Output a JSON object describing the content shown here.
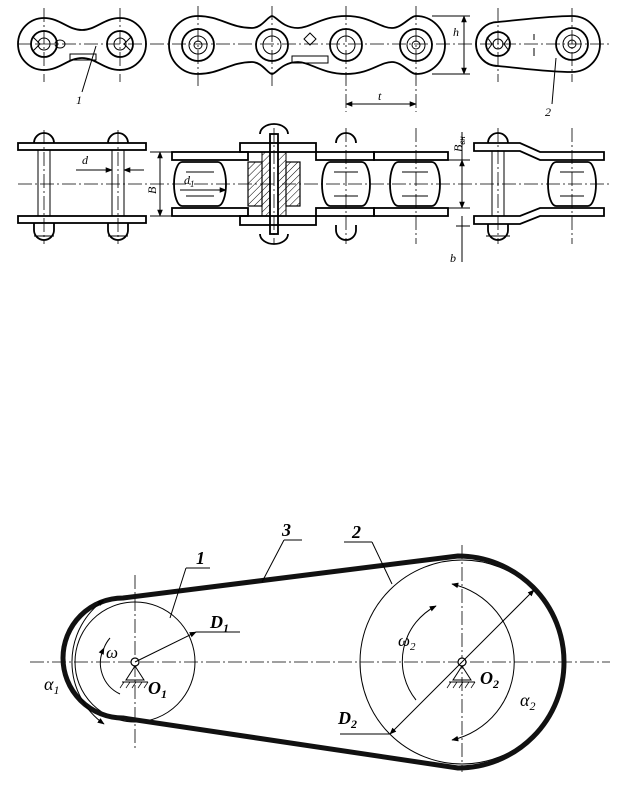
{
  "chain": {
    "label_1": "1",
    "label_2": "2",
    "label_h": "h",
    "label_t": "t",
    "label_d": "d",
    "label_d1": "d",
    "label_d1_sub": "1",
    "label_B": "B",
    "label_Bvn": "B",
    "label_Bvn_sub": "вн",
    "label_b": "b"
  },
  "drive": {
    "label_belt": "3",
    "label_pulley1": "1",
    "label_pulley2": "2",
    "D1": "D",
    "D1_sub": "1",
    "D2": "D",
    "D2_sub": "2",
    "O1": "O",
    "O1_sub": "1",
    "O2": "O",
    "O2_sub": "2",
    "omega1": "ω",
    "omega2": "ω",
    "omega2_sub": "2",
    "alpha1": "α",
    "alpha1_sub": "1",
    "alpha2": "α",
    "alpha2_sub": "2"
  }
}
